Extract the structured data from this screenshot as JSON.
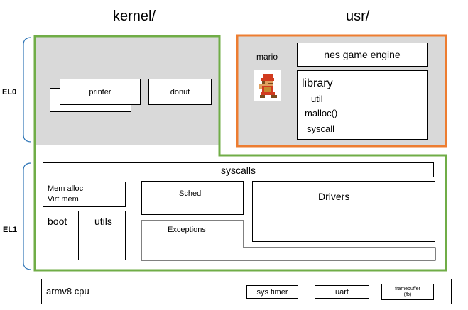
{
  "headers": {
    "kernel": "kernel/",
    "usr": "usr/"
  },
  "levels": {
    "el0": "EL0",
    "el1": "EL1"
  },
  "el0": {
    "printer": "printer",
    "donut": "donut",
    "mario": "mario",
    "game_engine": "nes game engine",
    "library": {
      "title": "library",
      "items": [
        "util",
        "malloc()",
        "syscall"
      ]
    }
  },
  "el1": {
    "syscalls": "syscalls",
    "mem": [
      "Mem alloc",
      "Virt mem"
    ],
    "boot": "boot",
    "utils": "utils",
    "sched": "Sched",
    "exceptions": "Exceptions",
    "drivers": "Drivers"
  },
  "hardware": {
    "cpu": "armv8 cpu",
    "timer": "sys timer",
    "uart": "uart",
    "framebuffer": [
      "framebuffer",
      "(fb)"
    ]
  },
  "colors": {
    "kernel_border": "#70ad47",
    "usr_border": "#ed7d31",
    "gray_fill": "#d9d9d9"
  }
}
